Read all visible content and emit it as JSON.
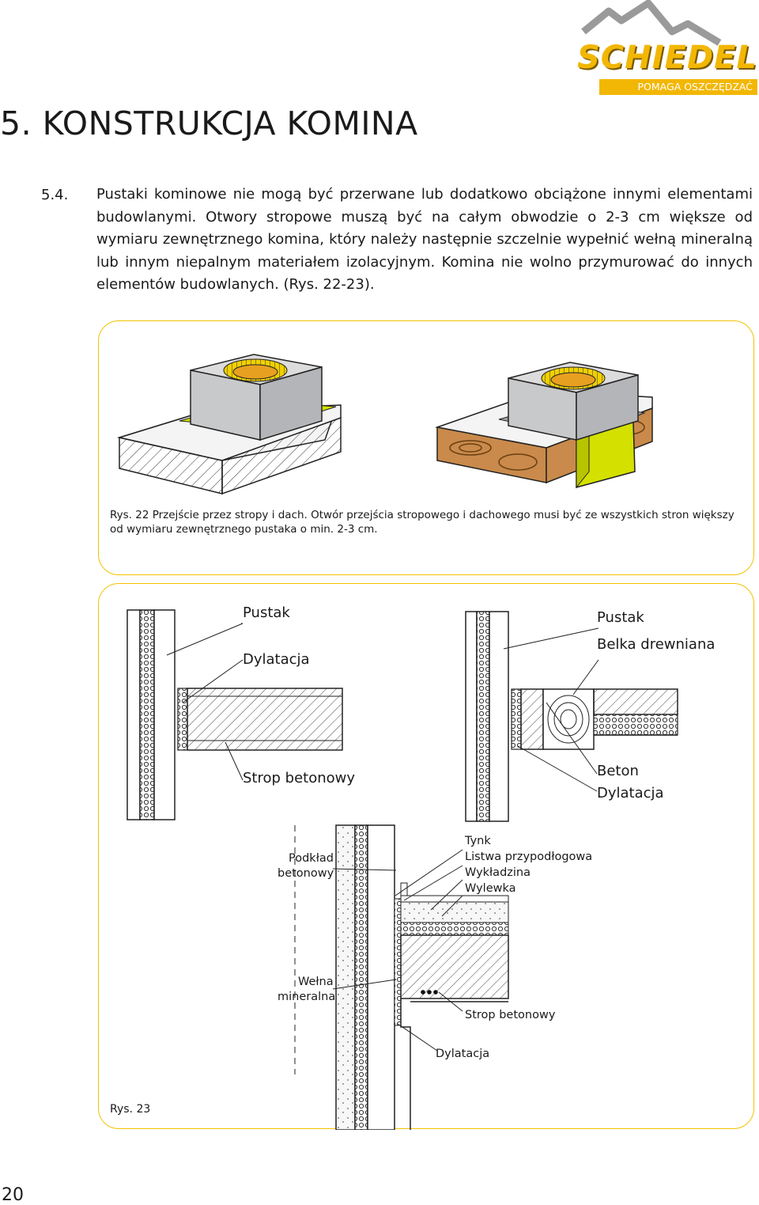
{
  "header": {
    "logo_text": "SCHIEDEL",
    "logo_tagline": "POMAGA OSZCZĘDZAĆ ENERGIĘ",
    "brand_color": "#f2b705"
  },
  "chapter_title": "5. KONSTRUKCJA KOMINA",
  "section": {
    "number": "5.4.",
    "text": "Pustaki kominowe nie mogą być przerwane lub dodatkowo obciążone innymi elementami budowlanymi. Otwory stropowe muszą być na całym obwodzie o 2-3 cm większe od wymiaru zewnętrznego komina, który należy następnie szczelnie wypełnić wełną mineralną lub innym niepalnym materiałem izolacyjnym. Komina nie wolno przymurować do innych elementów budowlanych. (Rys. 22-23)."
  },
  "figure22": {
    "caption": "Rys. 22 Przejście przez stropy i dach. Otwór przejścia stropowego i dachowego musi być ze wszystkich stron większy od wymiaru zewnętrznego pustaka o min. 2-3 cm.",
    "colors": {
      "insulation": "#d4e000",
      "wood": "#c98a4b",
      "chimney": "#c8c9cb",
      "flue": "#e8a020"
    }
  },
  "figure23": {
    "label": "Rys. 23",
    "left": {
      "pustak": "Pustak",
      "dylatacja": "Dylatacja",
      "strop": "Strop betonowy"
    },
    "right": {
      "pustak": "Pustak",
      "belka": "Belka drewniana",
      "beton": "Beton",
      "dylatacja": "Dylatacja"
    },
    "bottom": {
      "podklad_1": "Podkład",
      "podklad_2": "betonowy",
      "welna_1": "Wełna",
      "welna_2": "mineralna",
      "tynk": "Tynk",
      "listwa": "Listwa przypodłogowa",
      "wykladzina": "Wykładzina",
      "wylewka": "Wylewka",
      "strop": "Strop betonowy",
      "dylatacja": "Dylatacja"
    }
  },
  "page_number": "20"
}
